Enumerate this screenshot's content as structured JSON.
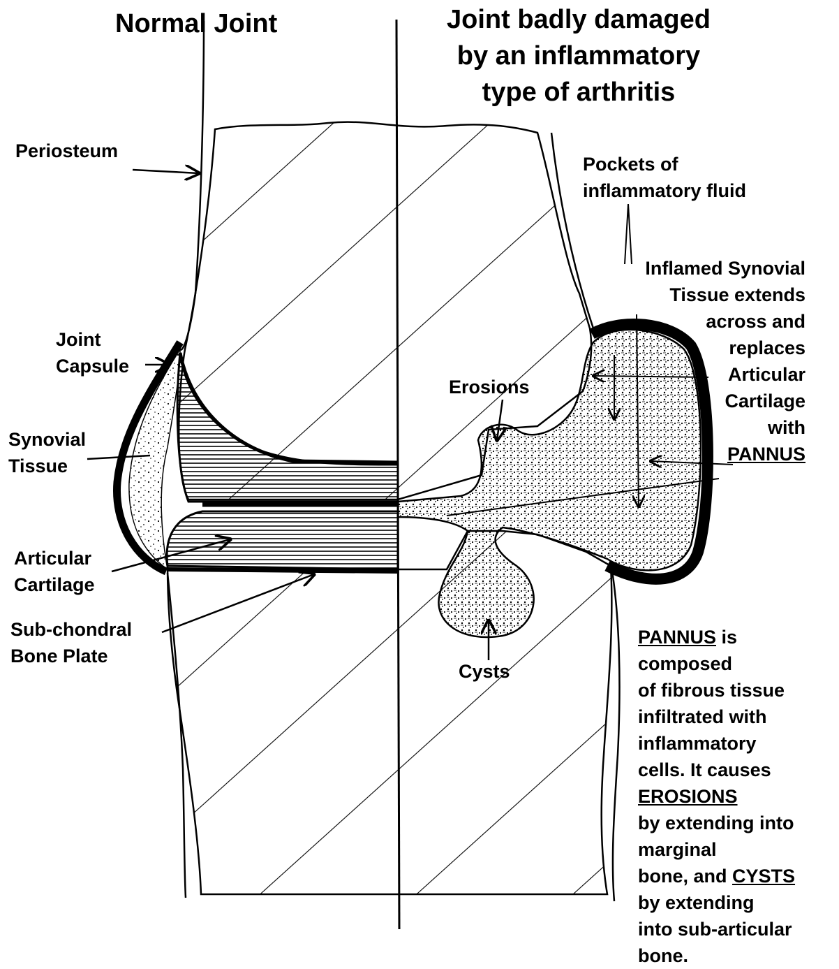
{
  "titles": {
    "normal": "Normal Joint",
    "damaged": [
      "Joint badly damaged",
      "by an inflammatory",
      "type of arthritis"
    ]
  },
  "labels": {
    "periosteum": "Periosteum",
    "joint_capsule": [
      "Joint",
      "Capsule"
    ],
    "synovial_tissue": [
      "Synovial",
      "Tissue"
    ],
    "articular_cartilage": [
      "Articular",
      "Cartilage"
    ],
    "subchondral": [
      "Sub-chondral",
      "Bone Plate"
    ],
    "pockets": [
      "Pockets of",
      "inflammatory fluid"
    ],
    "inflamed": [
      "Inflamed Synovial",
      "Tissue extends",
      "across and",
      "replaces",
      "Articular",
      "Cartilage",
      "with"
    ],
    "inflamed_pannus": "PANNUS",
    "erosions": "Erosions",
    "cysts": "Cysts"
  },
  "note": {
    "pannus_word": "PANNUS",
    "is": " is",
    "l2": "composed",
    "l3": "of fibrous tissue",
    "l4": "infiltrated with",
    "l5": "inflammatory",
    "l6": "cells. It causes",
    "erosions_word": "EROSIONS",
    "l8": "by extending into",
    "l9": "marginal",
    "l10_pre": "bone, and ",
    "cysts_word": "CYSTS",
    "l11": "by extending",
    "l12": "into sub-articular",
    "l13": "bone."
  }
}
